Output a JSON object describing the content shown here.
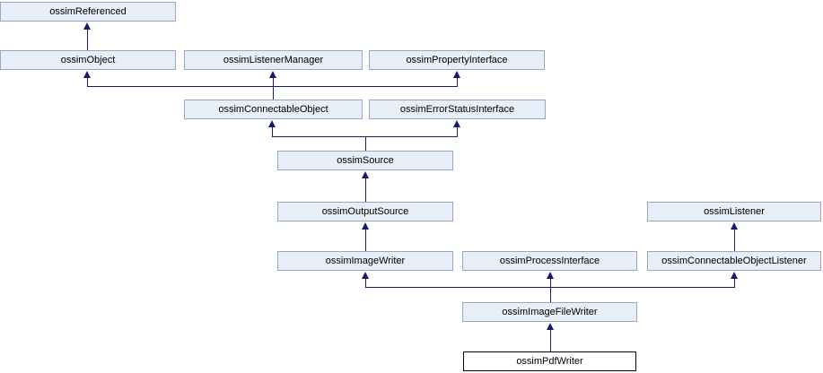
{
  "diagram": {
    "type": "class-inheritance-graph",
    "colors": {
      "node_fill": "#e8eef7",
      "node_border": "#98a5c4",
      "current_node_fill": "#ffffff",
      "current_node_border": "#000000",
      "edge": "#191970",
      "text": "#000000",
      "background": "#ffffff"
    },
    "nodes": [
      {
        "label": "ossimReferenced"
      },
      {
        "label": "ossimObject"
      },
      {
        "label": "ossimListenerManager"
      },
      {
        "label": "ossimPropertyInterface"
      },
      {
        "label": "ossimConnectableObject"
      },
      {
        "label": "ossimErrorStatusInterface"
      },
      {
        "label": "ossimSource"
      },
      {
        "label": "ossimOutputSource"
      },
      {
        "label": "ossimListener"
      },
      {
        "label": "ossimImageWriter"
      },
      {
        "label": "ossimProcessInterface"
      },
      {
        "label": "ossimConnectableObjectListener"
      },
      {
        "label": "ossimImageFileWriter"
      },
      {
        "label": "ossimPdfWriter",
        "current": true
      }
    ],
    "edges": [
      {
        "from": "ossimObject",
        "to": "ossimReferenced"
      },
      {
        "from": "ossimConnectableObject",
        "to": "ossimObject"
      },
      {
        "from": "ossimConnectableObject",
        "to": "ossimListenerManager"
      },
      {
        "from": "ossimConnectableObject",
        "to": "ossimPropertyInterface"
      },
      {
        "from": "ossimSource",
        "to": "ossimConnectableObject"
      },
      {
        "from": "ossimSource",
        "to": "ossimErrorStatusInterface"
      },
      {
        "from": "ossimOutputSource",
        "to": "ossimSource"
      },
      {
        "from": "ossimImageWriter",
        "to": "ossimOutputSource"
      },
      {
        "from": "ossimConnectableObjectListener",
        "to": "ossimListener"
      },
      {
        "from": "ossimImageFileWriter",
        "to": "ossimImageWriter"
      },
      {
        "from": "ossimImageFileWriter",
        "to": "ossimProcessInterface"
      },
      {
        "from": "ossimImageFileWriter",
        "to": "ossimConnectableObjectListener"
      },
      {
        "from": "ossimPdfWriter",
        "to": "ossimImageFileWriter"
      }
    ]
  }
}
